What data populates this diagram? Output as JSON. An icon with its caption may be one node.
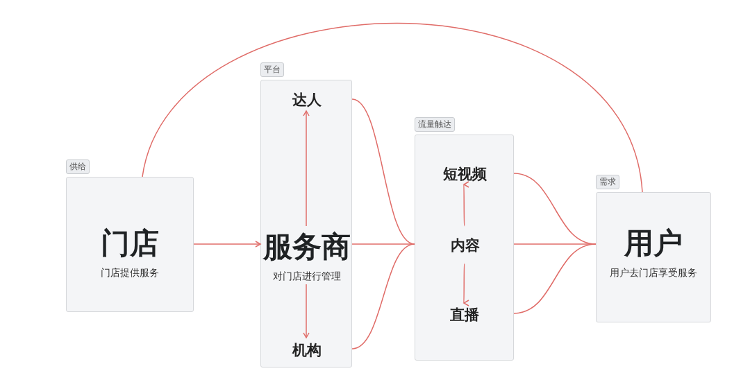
{
  "diagram": {
    "nodes": [
      {
        "text": [
          "供给",
          "门店",
          "门店提供服务"
        ]
      },
      {
        "text": [
          "平台"
        ]
      },
      {
        "text": [
          "达人"
        ],
        "in": 1
      },
      {
        "text": [
          "服务商",
          "对门店进行管理"
        ],
        "in": 1
      },
      {
        "text": [
          "机构"
        ],
        "in": 1
      },
      {
        "text": [
          "流量触达"
        ]
      },
      {
        "text": [
          "短视频"
        ],
        "in": 5
      },
      {
        "text": [
          "内容"
        ],
        "in": 5
      },
      {
        "text": [
          "直播"
        ],
        "in": 5
      },
      {
        "text": [
          "需求",
          "用户",
          "用户去门店享受服务"
        ]
      }
    ],
    "edges": [
      {
        "from": 0,
        "to": 3,
        "arrow": "to"
      },
      {
        "from": 3,
        "to": 2,
        "arrow": "to"
      },
      {
        "from": 3,
        "to": 4,
        "arrow": "to"
      },
      {
        "from": 2,
        "to": 7,
        "arrow": "none"
      },
      {
        "from": 3,
        "to": 7,
        "arrow": "none"
      },
      {
        "from": 4,
        "to": 7,
        "arrow": "none"
      },
      {
        "from": 7,
        "to": 6,
        "arrow": "to"
      },
      {
        "from": 7,
        "to": 8,
        "arrow": "to"
      },
      {
        "from": 6,
        "to": 9,
        "arrow": "none"
      },
      {
        "from": 7,
        "to": 9,
        "arrow": "none"
      },
      {
        "from": 8,
        "to": 9,
        "arrow": "none"
      },
      {
        "from": 0,
        "to": 9,
        "arrow": "none"
      }
    ]
  }
}
